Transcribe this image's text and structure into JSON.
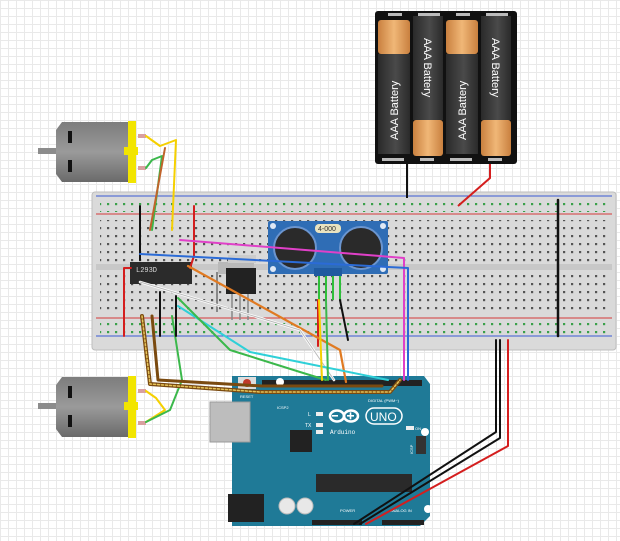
{
  "diagram": {
    "type": "breadboard-circuit",
    "components": {
      "battery_pack": {
        "cells": [
          "AAA Battery",
          "AAA Battery",
          "AAA Battery",
          "AAA Battery"
        ]
      },
      "motor_driver": {
        "label": "L293D"
      },
      "ultrasonic_sensor": {
        "label": "4-000"
      },
      "arduino": {
        "brand": "Arduino",
        "model": "UNO",
        "reset_label": "RESET",
        "icsp_label": "ICSP2",
        "icsp1_label": "ICSP",
        "led_labels": [
          "L",
          "TX",
          "RX"
        ],
        "on_label": "ON",
        "digital_label": "DIGITAL (PWM~)",
        "power_label": "POWER",
        "analog_label": "ANALOG IN"
      },
      "motors": [
        "motor-top",
        "motor-bottom"
      ],
      "regulator": "voltage-regulator"
    },
    "colors": {
      "breadboard": "#dcdcdc",
      "rail_red": "#d43b3b",
      "rail_blue": "#3b5bd4",
      "arduino_board": "#1f7a97",
      "sensor_board": "#2f6db5",
      "motor_cap": "#f2e500",
      "battery_copper": "#e0a060"
    }
  }
}
